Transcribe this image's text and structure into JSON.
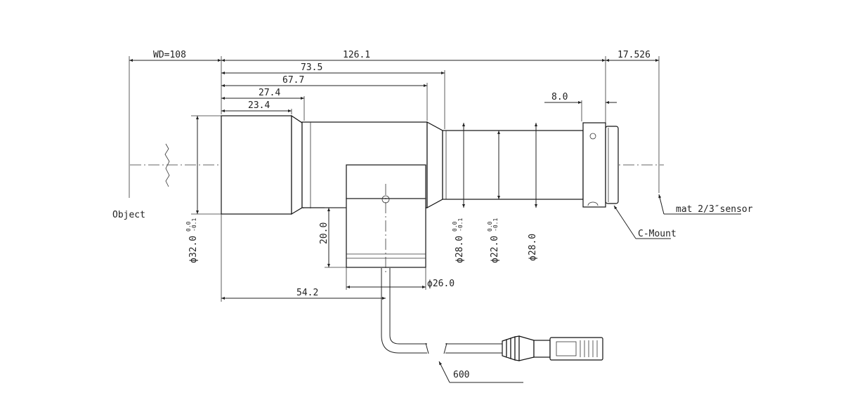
{
  "dimensions": {
    "wd": "WD=108",
    "total_length": "126.1",
    "sensor_offset": "17.526",
    "len_73_5": "73.5",
    "len_67_7": "67.7",
    "len_27_4": "27.4",
    "len_23_4": "23.4",
    "mount_len": "8.0",
    "dia_front": "ϕ32.0",
    "dia_front_tol_upper": "0.0",
    "dia_front_tol_lower": "-0.1",
    "dia_28_left": "ϕ28.0",
    "dia_28_tol_upper": "0.0",
    "dia_28_tol_lower": "-0.1",
    "dia_22": "ϕ22.0",
    "dia_22_tol_upper": "0.0",
    "dia_22_tol_lower": "-0.1",
    "dia_28_right": "ϕ28.0",
    "side_height": "20.0",
    "side_dia": "ϕ26.0",
    "side_offset": "54.2",
    "cable_length": "600"
  },
  "labels": {
    "object": "Object",
    "sensor": "mat 2/3″sensor",
    "mount": "C-Mount"
  }
}
